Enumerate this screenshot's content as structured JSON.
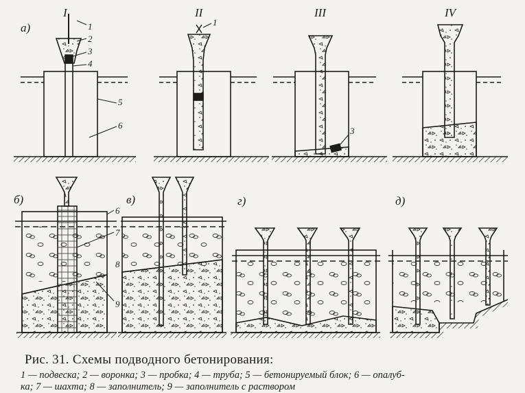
{
  "stage_labels": [
    "I",
    "II",
    "III",
    "IV"
  ],
  "panel_labels": [
    "а)",
    "б)",
    "в)",
    "г)",
    "д)"
  ],
  "numbers": [
    "1",
    "2",
    "3",
    "4",
    "5",
    "6",
    "1",
    "3",
    "6",
    "7",
    "8",
    "9"
  ],
  "caption": "Рис. 31. Схемы подводного бетонирования:",
  "legend": {
    "line1": "1 — подвеска;   2 — воронка;   3 — пробка;   4 — труба;   5 — бетонируемый   блок;   6 — опалуб-",
    "line2": "ка;   7 — шахта;   8 — заполнитель;   9 — заполнитель  с  раствором"
  },
  "colors": {
    "ink": "#1c1c1c",
    "paper": "#f3f2ee"
  }
}
